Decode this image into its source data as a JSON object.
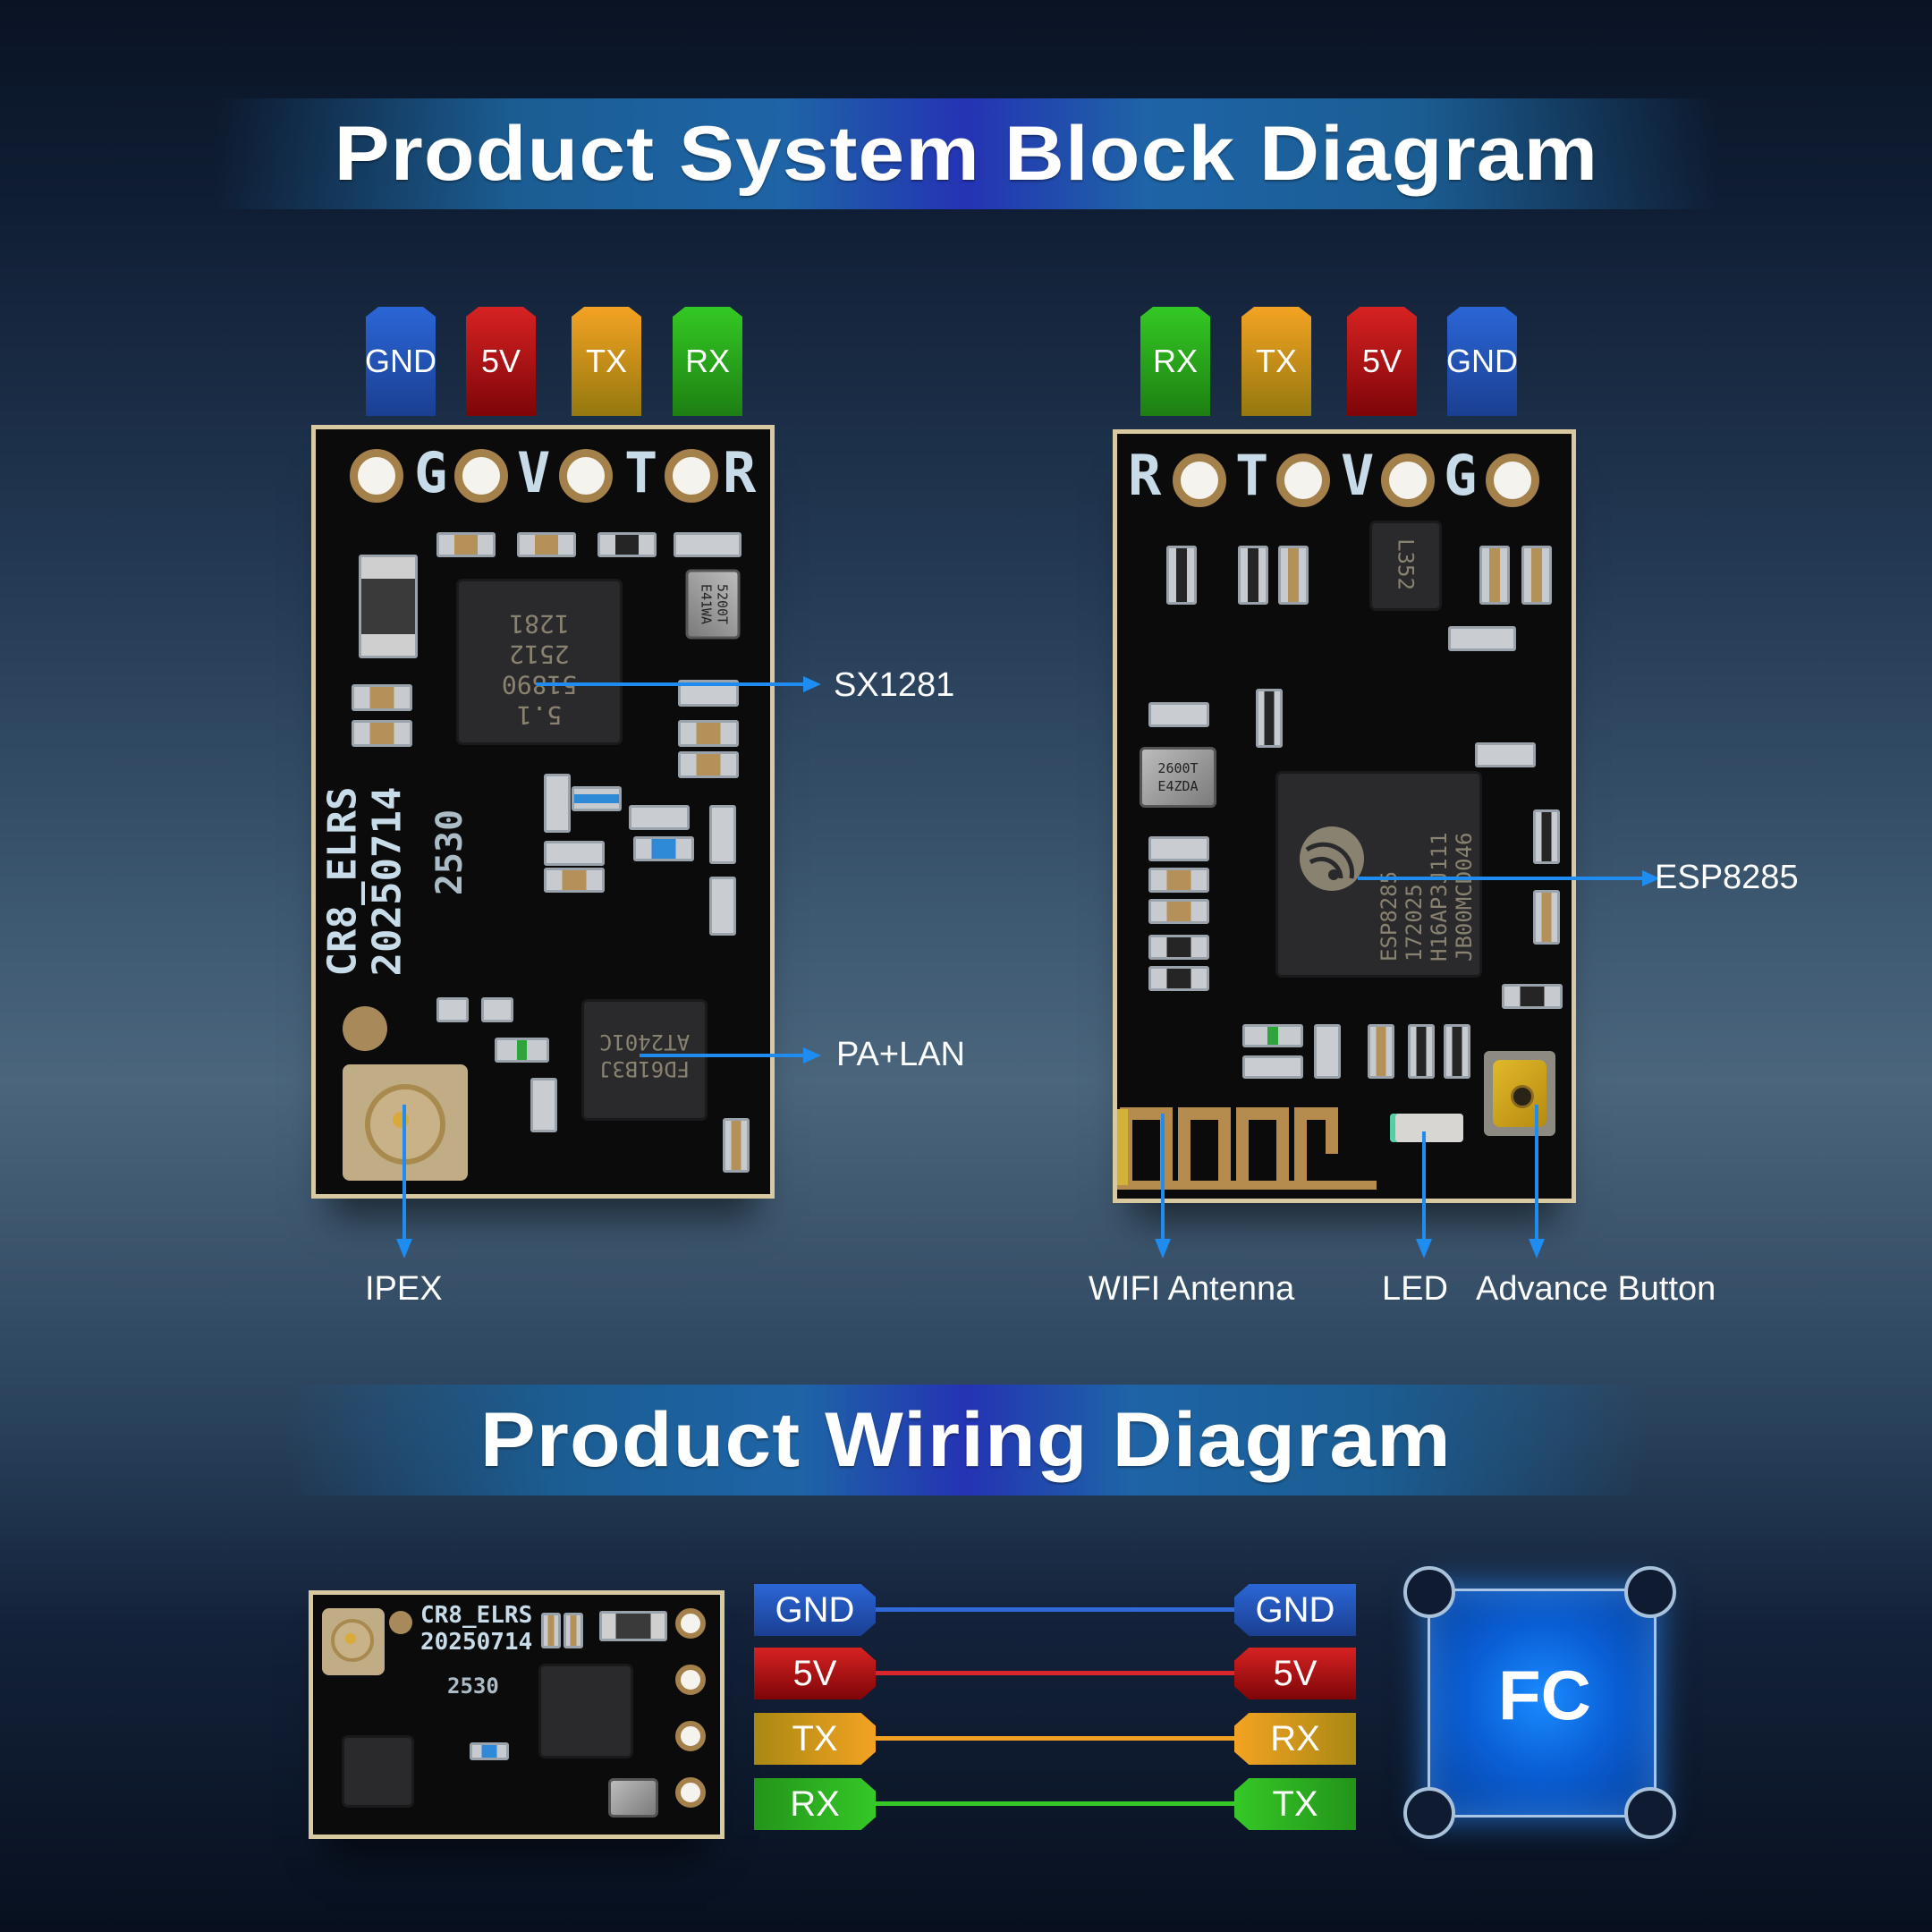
{
  "titles": {
    "block_diagram": "Product System Block Diagram",
    "wiring_diagram": "Product Wiring Diagram"
  },
  "colors": {
    "gnd": "#2b66d6",
    "v5": "#d72222",
    "tx": "#f4a322",
    "rx": "#34c924",
    "callout": "#1e8cf0"
  },
  "front_board": {
    "pin_tags": [
      "GND",
      "5V",
      "TX",
      "RX"
    ],
    "silkscreen_pins": [
      "G",
      "V",
      "T",
      "R"
    ],
    "silkscreen_name": "CR8_ELRS",
    "silkscreen_date": "20250714",
    "silkscreen_code": "2530",
    "chip_main_marking": [
      "5.1",
      "51890",
      "2512",
      "1281"
    ],
    "chip_pa_marking": [
      "FD61B3J",
      "AT2401C"
    ],
    "crystal_marking": [
      "5200T",
      "E41WA"
    ],
    "callouts": {
      "sx1281": "SX1281",
      "pa_lan": "PA+LAN",
      "ipex": "IPEX"
    }
  },
  "back_board": {
    "pin_tags": [
      "RX",
      "TX",
      "5V",
      "GND"
    ],
    "silkscreen_pins": [
      "R",
      "T",
      "V",
      "G"
    ],
    "regulator_marking": "L352",
    "chip_marking": [
      "ESP8285",
      "172025",
      "H16AP3J111",
      "JB00MCD046"
    ],
    "crystal_marking": [
      "2600T",
      "E4ZDA"
    ],
    "callouts": {
      "esp8285": "ESP8285",
      "wifi_antenna": "WIFI Antenna",
      "led": "LED",
      "advance_button": "Advance Button"
    }
  },
  "wiring": {
    "connections": [
      {
        "from": "GND",
        "to": "GND",
        "color": "#2f6ad8"
      },
      {
        "from": "5V",
        "to": "5V",
        "color": "#d8262a"
      },
      {
        "from": "TX",
        "to": "RX",
        "color": "#f2a123"
      },
      {
        "from": "RX",
        "to": "TX",
        "color": "#35c827"
      }
    ],
    "fc_label": "FC"
  }
}
